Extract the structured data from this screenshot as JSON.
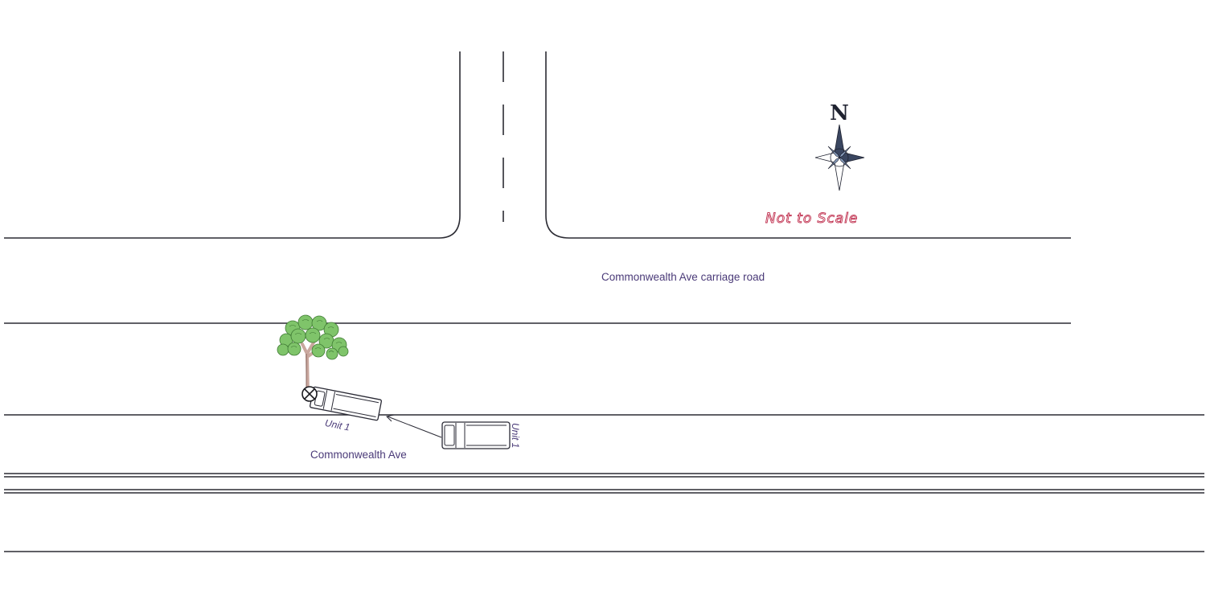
{
  "labels": {
    "carriage_road": "Commonwealth Ave carriage road",
    "main_road": "Commonwealth Ave",
    "unit_at_rest": "Unit 1",
    "unit_initial": "Unit 1",
    "compass_north": "N",
    "scale_note": "Not to Scale"
  },
  "icons": {
    "compass": "compass-rose-icon",
    "tree": "tree-icon",
    "impact": "impact-marker-icon",
    "arrow": "direction-arrow-icon"
  },
  "colors": {
    "road_lines": "#2b2b33",
    "label_text": "#4a3a78",
    "scale_note": "#c0304f",
    "tree_foliage": "#7fc46a",
    "tree_trunk": "#c9a79e"
  }
}
